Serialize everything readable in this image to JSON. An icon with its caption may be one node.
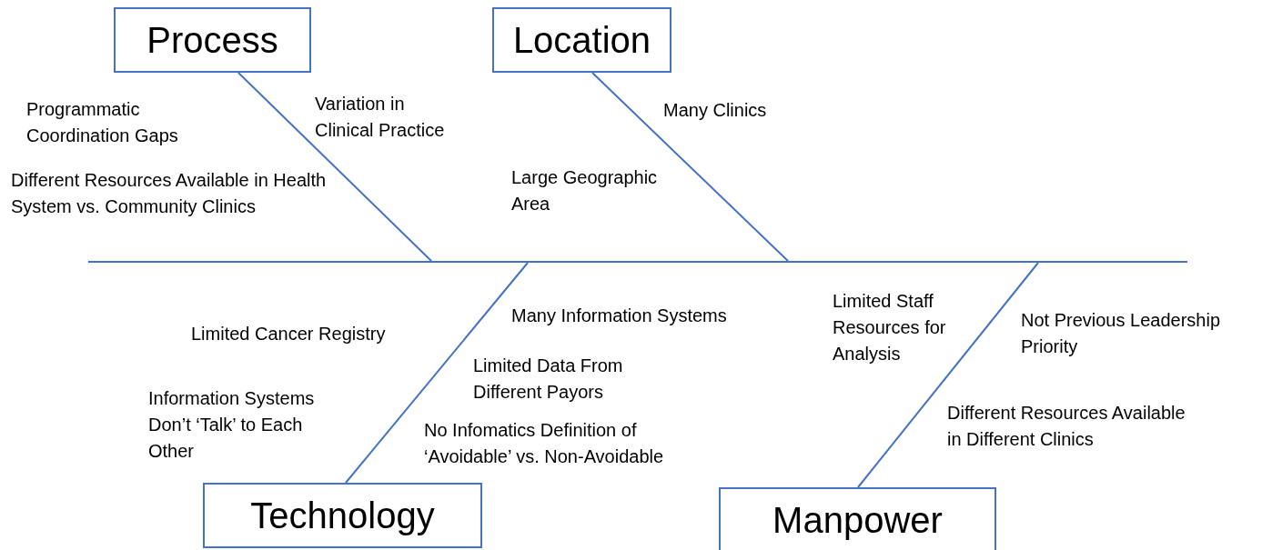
{
  "diagram": {
    "nodes": [
      {
        "text": [
          "Process"
        ]
      },
      {
        "text": [
          "Location"
        ]
      },
      {
        "text": [],
        "shape": "line"
      },
      {
        "text": [
          "Technology"
        ]
      },
      {
        "text": [
          "Manpower"
        ]
      }
    ],
    "edges": [
      {
        "from": 0,
        "to": 2,
        "arrow": "none"
      },
      {
        "from": 1,
        "to": 2,
        "arrow": "none"
      },
      {
        "from": 3,
        "to": 2,
        "arrow": "none"
      },
      {
        "from": 4,
        "to": 2,
        "arrow": "none"
      }
    ],
    "labels": [
      "Variation in Clinical Practice",
      "Programmatic Coordination Gaps",
      "Many Clinics",
      "Large Geographic Area",
      "Different Resources Available in Health System vs. Community Clinics",
      "Limited Staff Resources for Analysis",
      "Many Information Systems",
      "Not Previous Leadership Priority",
      "Limited Cancer Registry",
      "Limited Data From Different Payors",
      "Information Systems Don’t ‘Talk’ to Each Other",
      "Different Resources Available in Different Clinics",
      "No Infomatics Definition of ‘Avoidable’ vs. Non-Avoidable"
    ]
  }
}
